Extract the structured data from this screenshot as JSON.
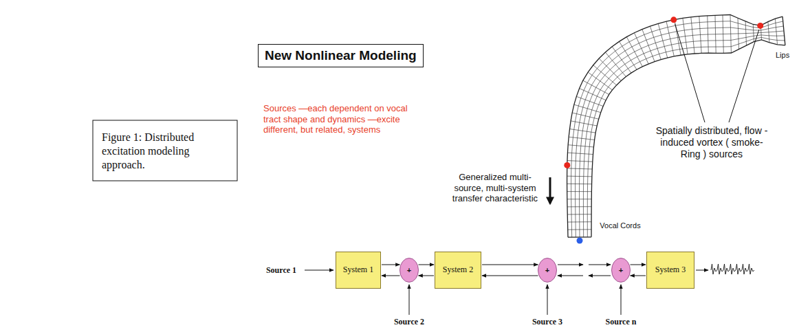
{
  "diagram": {
    "title": "New Nonlinear Modeling",
    "caption": "Figure 1: Distributed excitation modeling approach.",
    "nodes": [
      {
        "text": [
          "System 1"
        ]
      },
      {
        "text": [
          "+"
        ]
      },
      {
        "text": [
          "System 2"
        ]
      },
      {
        "text": [
          "+"
        ]
      },
      {
        "text": [
          "+"
        ]
      },
      {
        "text": [
          "System 3"
        ]
      }
    ],
    "edges": [
      {
        "from": 0,
        "to": 1,
        "arrow": "to"
      },
      {
        "from": 1,
        "to": 0,
        "arrow": "to"
      },
      {
        "from": 1,
        "to": 2,
        "arrow": "to"
      },
      {
        "from": 2,
        "to": 1,
        "arrow": "to"
      },
      {
        "from": 2,
        "to": 3,
        "arrow": "to"
      },
      {
        "from": 3,
        "to": 2,
        "arrow": "to"
      },
      {
        "from": 4,
        "to": 5,
        "arrow": "to"
      },
      {
        "from": 5,
        "to": 4,
        "arrow": "to"
      }
    ],
    "labels": [
      "Sources —each dependent on vocal tract shape and dynamics —excite different, but related, systems",
      "Spatially distributed, flow -induced vortex ( smoke-Ring ) sources",
      "Lips",
      "Vocal Cords",
      "Generalized multi-source, multi-system transfer characteristic",
      "Source 1",
      "Source 2",
      "Source 3",
      "Source n"
    ]
  }
}
